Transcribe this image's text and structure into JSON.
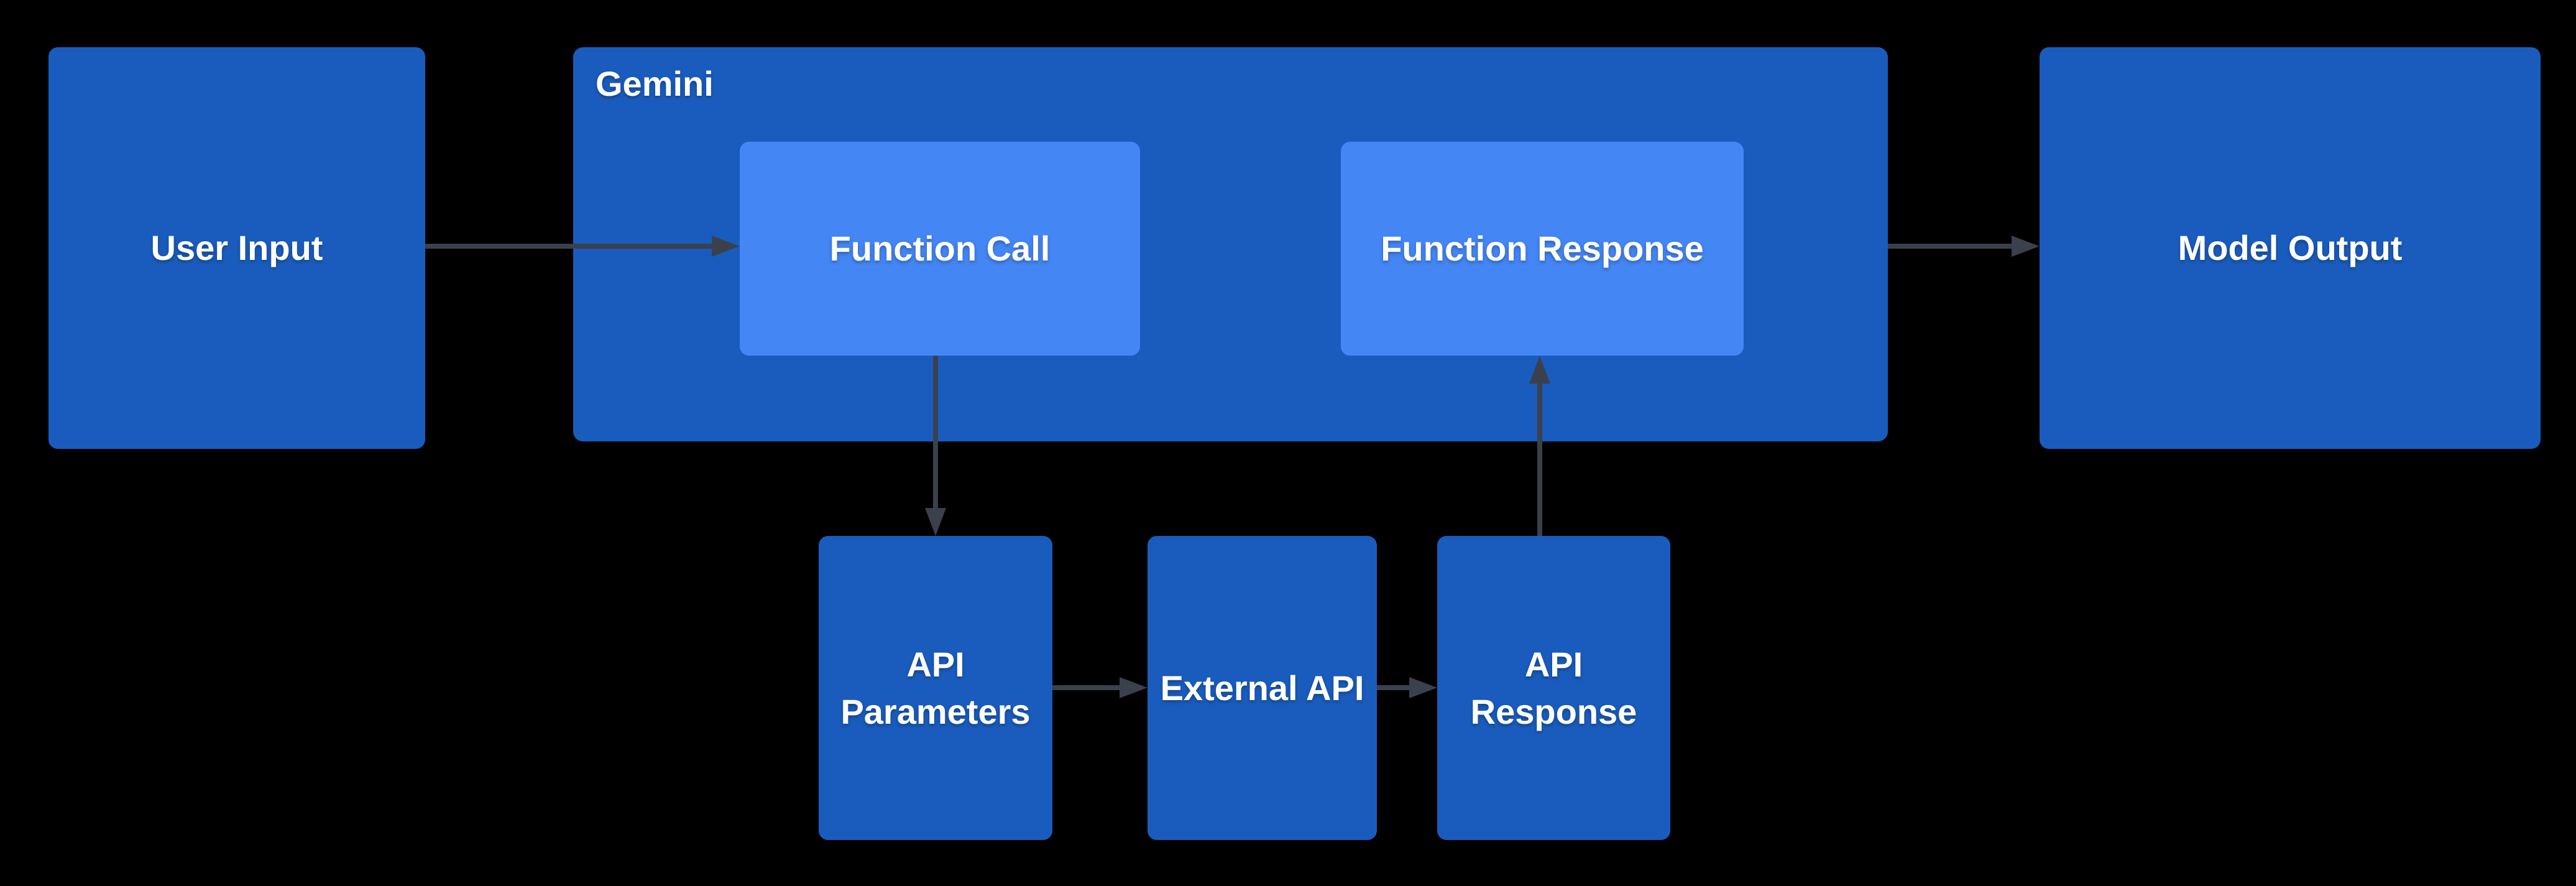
{
  "colors": {
    "background": "#000000",
    "box_dark": "#1a5cbd",
    "box_light": "#4486f4",
    "arrow": "#3a414c",
    "label_text": "#ffffff"
  },
  "nodes": {
    "user_input": "User Input",
    "gemini_container": "Gemini",
    "function_call": "Function Call",
    "function_response": "Function Response",
    "model_output": "Model Output",
    "api_parameters": "API Parameters",
    "external_api": "External API",
    "api_response": "API Response"
  },
  "edges": [
    {
      "from": "user_input",
      "to": "function_call"
    },
    {
      "from": "gemini_container",
      "to": "model_output"
    },
    {
      "from": "function_call",
      "to": "api_parameters"
    },
    {
      "from": "api_parameters",
      "to": "external_api"
    },
    {
      "from": "external_api",
      "to": "api_response"
    },
    {
      "from": "api_response",
      "to": "function_response"
    }
  ]
}
